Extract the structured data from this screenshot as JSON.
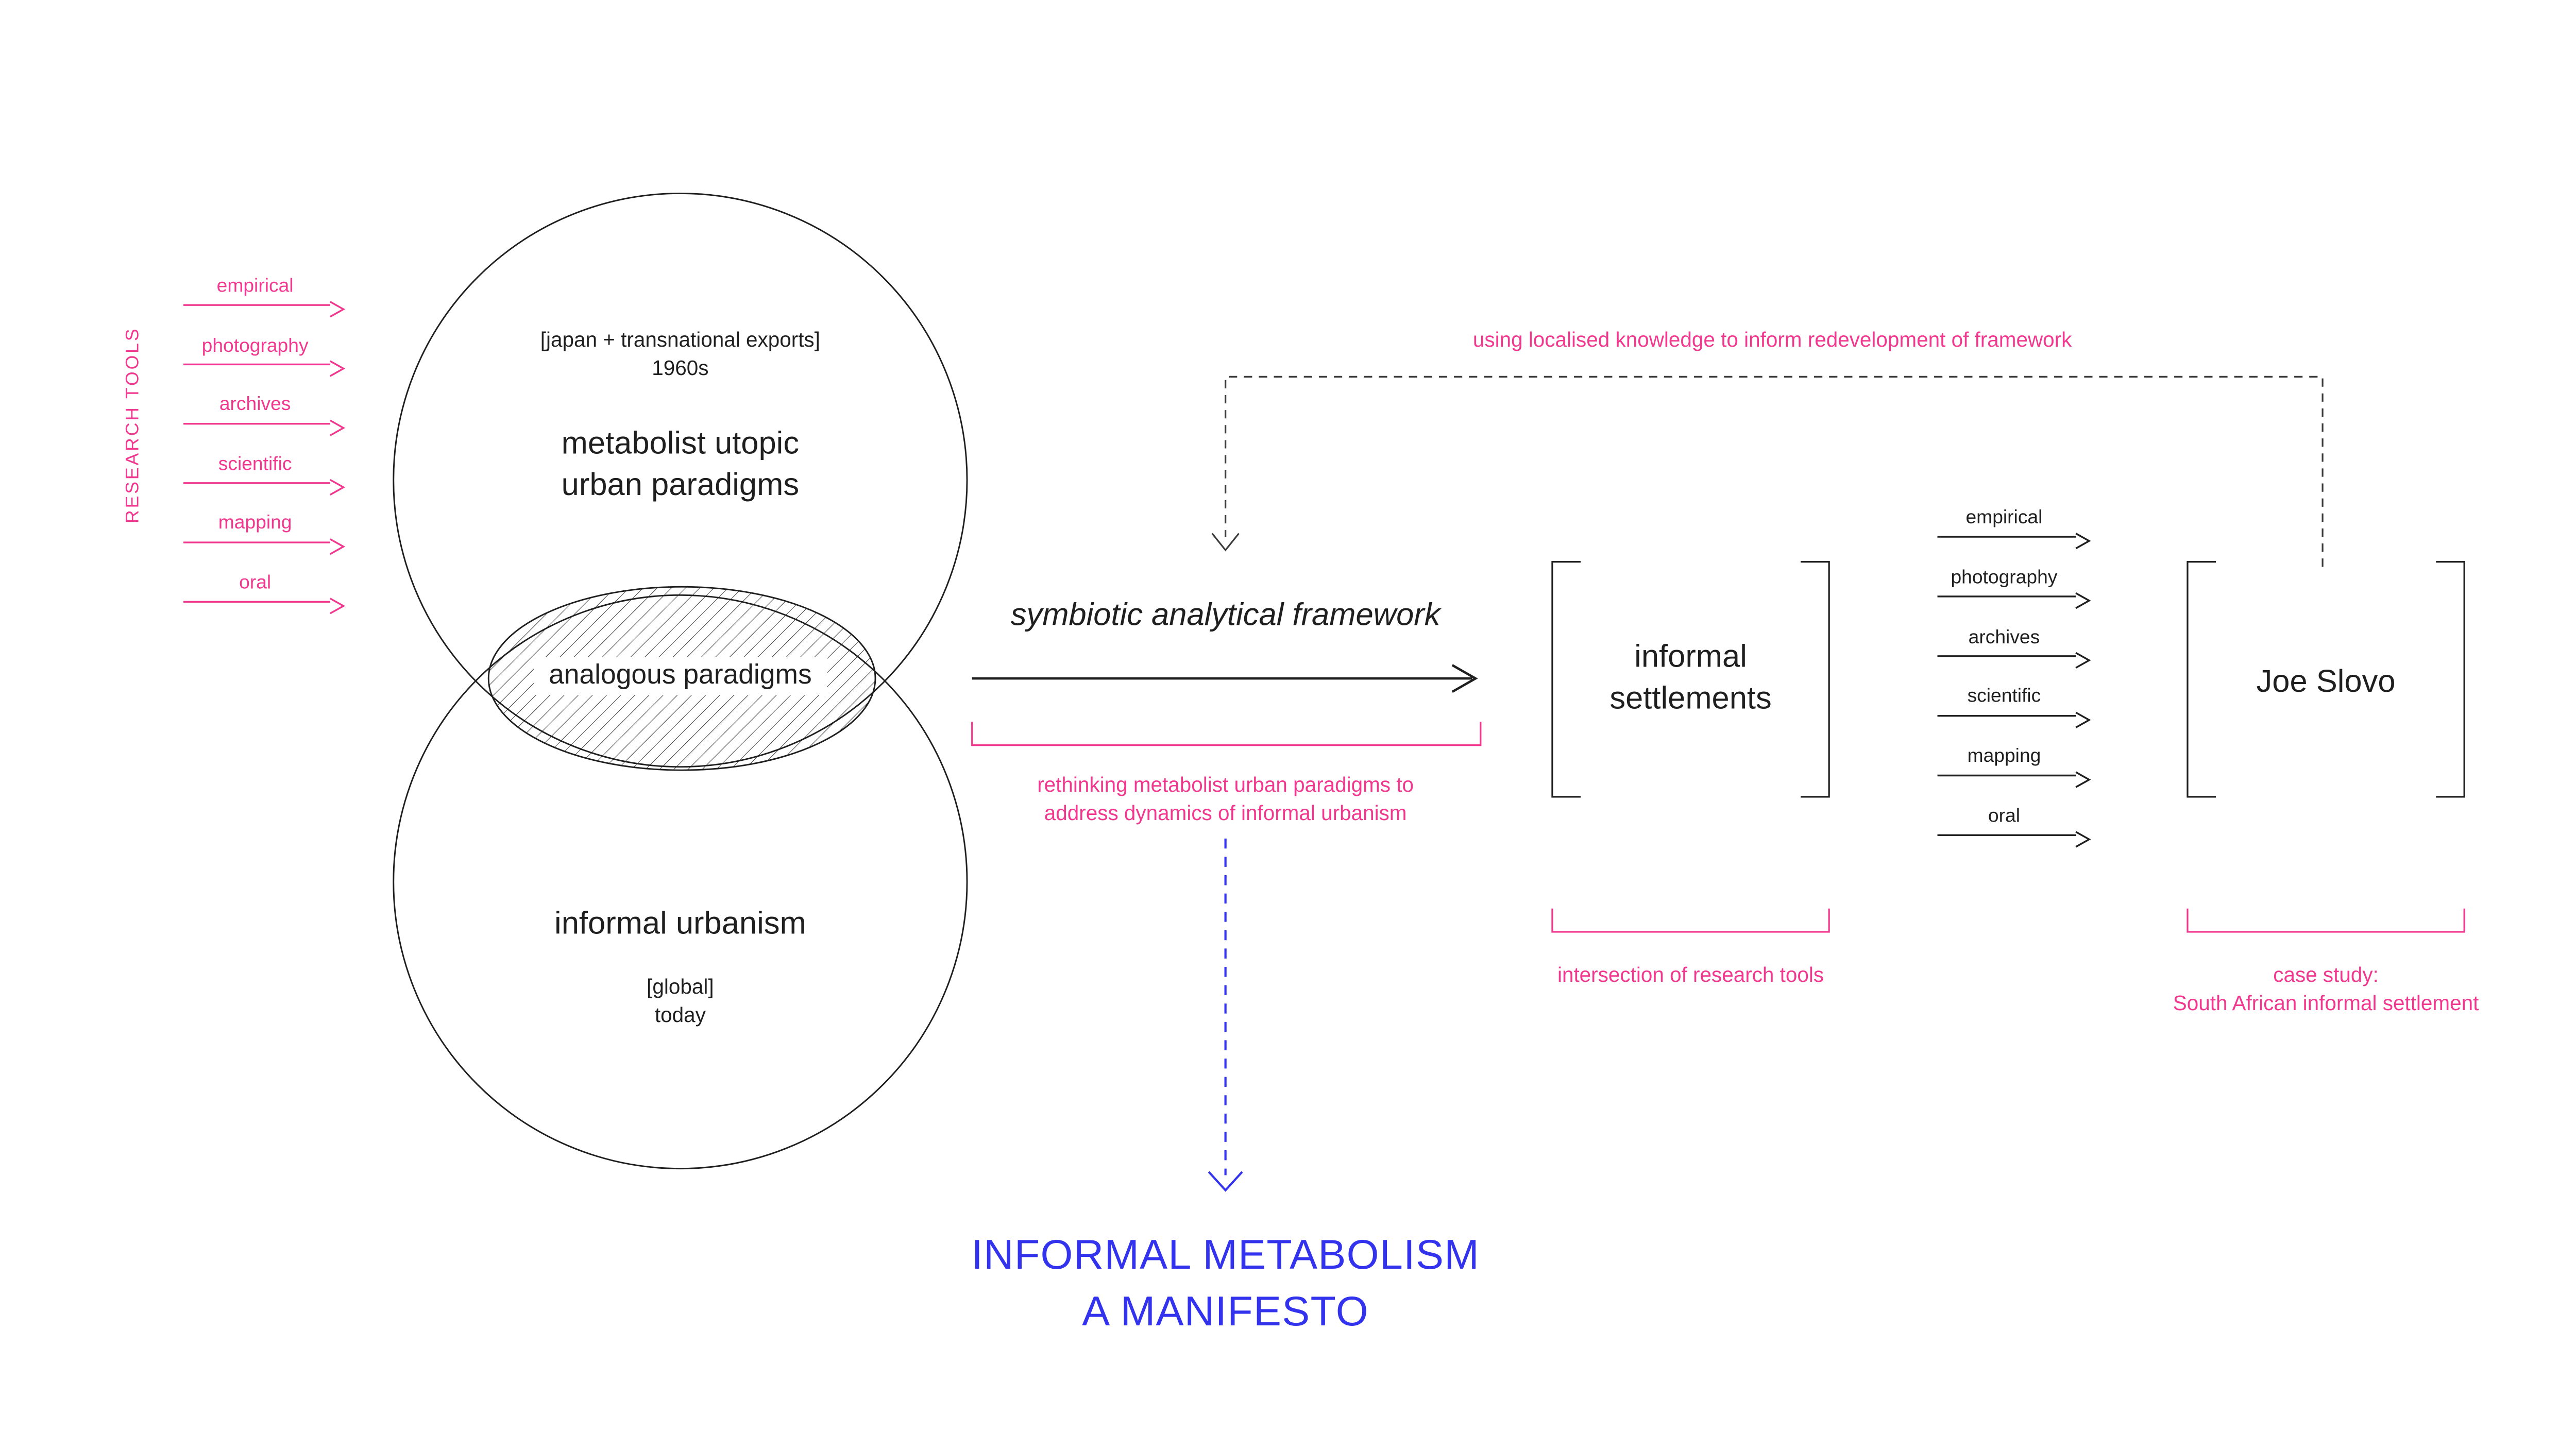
{
  "colors": {
    "pink": "#F0388E",
    "blue": "#3333EE",
    "ink": "#1f1f1f"
  },
  "research_tools": {
    "axis_label": "RESEARCH TOOLS",
    "items": [
      "empirical",
      "photography",
      "archives",
      "scientific",
      "mapping",
      "oral"
    ]
  },
  "venn": {
    "top_circle": {
      "bracket_note": "[japan + transnational exports]",
      "era": "1960s",
      "title_line1": "metabolist utopic",
      "title_line2": "urban paradigms"
    },
    "overlap_label": "analogous paradigms",
    "bottom_circle": {
      "title": "informal urbanism",
      "bracket_note": "[global]",
      "era": "today"
    }
  },
  "framework": {
    "title": "symbiotic analytical framework",
    "caption_line1": "rethinking metabolist urban paradigms to",
    "caption_line2": "address dynamics of informal urbanism"
  },
  "feedback_loop_label": "using localised knowledge to inform redevelopment of framework",
  "informal_settlements": {
    "title_line1": "informal",
    "title_line2": "settlements",
    "caption": "intersection of research tools"
  },
  "transfer_tools": {
    "items": [
      "empirical",
      "photography",
      "archives",
      "scientific",
      "mapping",
      "oral"
    ]
  },
  "joe_slovo": {
    "title": "Joe Slovo",
    "caption_line1": "case study:",
    "caption_line2": "South African informal settlement"
  },
  "manifesto": {
    "line1": "INFORMAL METABOLISM",
    "line2": "A MANIFESTO"
  }
}
